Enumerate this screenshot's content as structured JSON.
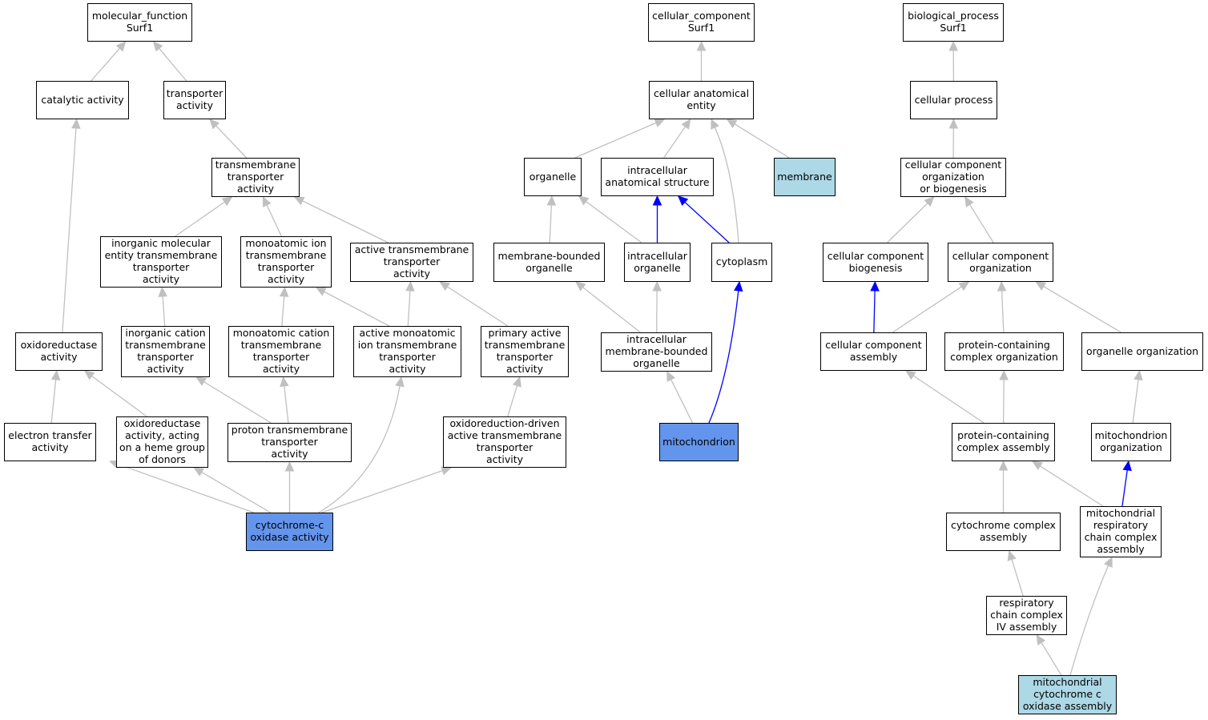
{
  "colors": {
    "default_fill": "#ffffff",
    "query_fill": "#6495ed",
    "annotated_fill": "#add8e6",
    "is_a_edge": "#c0c0c0",
    "part_of_edge": "#0000ff",
    "border": "#000000"
  },
  "nodes": [
    {
      "id": "mf_root",
      "label": "molecular_function\nSurf1",
      "fill": "default"
    },
    {
      "id": "catalytic_activity",
      "label": "catalytic activity",
      "fill": "default"
    },
    {
      "id": "transporter_activity",
      "label": "transporter\nactivity",
      "fill": "default"
    },
    {
      "id": "transmembrane_transporter_activity",
      "label": "transmembrane\ntransporter\nactivity",
      "fill": "default"
    },
    {
      "id": "inorganic_molecular_entity_tta",
      "label": "inorganic molecular\nentity transmembrane\ntransporter\nactivity",
      "fill": "default"
    },
    {
      "id": "monoatomic_ion_tta",
      "label": "monoatomic ion\ntransmembrane\ntransporter\nactivity",
      "fill": "default"
    },
    {
      "id": "active_tta",
      "label": "active transmembrane\ntransporter\nactivity",
      "fill": "default"
    },
    {
      "id": "oxidoreductase_activity",
      "label": "oxidoreductase\nactivity",
      "fill": "default"
    },
    {
      "id": "inorganic_cation_tta",
      "label": "inorganic cation\ntransmembrane\ntransporter\nactivity",
      "fill": "default"
    },
    {
      "id": "monoatomic_cation_tta",
      "label": "monoatomic cation\ntransmembrane\ntransporter\nactivity",
      "fill": "default"
    },
    {
      "id": "active_monoatomic_ion_tta",
      "label": "active monoatomic\nion transmembrane\ntransporter\nactivity",
      "fill": "default"
    },
    {
      "id": "primary_active_tta",
      "label": "primary active\ntransmembrane\ntransporter\nactivity",
      "fill": "default"
    },
    {
      "id": "electron_transfer_activity",
      "label": "electron transfer\nactivity",
      "fill": "default"
    },
    {
      "id": "oxidoreductase_heme",
      "label": "oxidoreductase\nactivity, acting\non a heme group\nof donors",
      "fill": "default"
    },
    {
      "id": "proton_tta",
      "label": "proton transmembrane\ntransporter\nactivity",
      "fill": "default"
    },
    {
      "id": "oxidoreduction_driven_atta",
      "label": "oxidoreduction-driven\nactive transmembrane\ntransporter\nactivity",
      "fill": "default"
    },
    {
      "id": "cytochrome_c_oxidase_activity",
      "label": "cytochrome-c\noxidase activity",
      "fill": "query"
    },
    {
      "id": "cc_root",
      "label": "cellular_component\nSurf1",
      "fill": "default"
    },
    {
      "id": "cellular_anatomical_entity",
      "label": "cellular anatomical\nentity",
      "fill": "default"
    },
    {
      "id": "organelle",
      "label": "organelle",
      "fill": "default"
    },
    {
      "id": "intracellular_anatomical_structure",
      "label": "intracellular\nanatomical structure",
      "fill": "default"
    },
    {
      "id": "membrane",
      "label": "membrane",
      "fill": "annotated"
    },
    {
      "id": "membrane_bounded_organelle",
      "label": "membrane-bounded\norganelle",
      "fill": "default"
    },
    {
      "id": "intracellular_organelle",
      "label": "intracellular\norganelle",
      "fill": "default"
    },
    {
      "id": "cytoplasm",
      "label": "cytoplasm",
      "fill": "default"
    },
    {
      "id": "intracellular_mbo",
      "label": "intracellular\nmembrane-bounded\norganelle",
      "fill": "default"
    },
    {
      "id": "mitochondrion",
      "label": "mitochondrion",
      "fill": "query"
    },
    {
      "id": "bp_root",
      "label": "biological_process\nSurf1",
      "fill": "default"
    },
    {
      "id": "cellular_process",
      "label": "cellular process",
      "fill": "default"
    },
    {
      "id": "cc_org_or_biogenesis",
      "label": "cellular component\norganization\nor biogenesis",
      "fill": "default"
    },
    {
      "id": "cc_biogenesis",
      "label": "cellular component\nbiogenesis",
      "fill": "default"
    },
    {
      "id": "cc_organization",
      "label": "cellular component\norganization",
      "fill": "default"
    },
    {
      "id": "cc_assembly",
      "label": "cellular component\nassembly",
      "fill": "default"
    },
    {
      "id": "protein_containing_complex_org",
      "label": "protein-containing\ncomplex organization",
      "fill": "default"
    },
    {
      "id": "organelle_organization",
      "label": "organelle organization",
      "fill": "default"
    },
    {
      "id": "protein_containing_complex_assembly",
      "label": "protein-containing\ncomplex assembly",
      "fill": "default"
    },
    {
      "id": "mitochondrion_organization",
      "label": "mitochondrion\norganization",
      "fill": "default"
    },
    {
      "id": "cytochrome_complex_assembly",
      "label": "cytochrome complex\nassembly",
      "fill": "default"
    },
    {
      "id": "mito_resp_chain_complex_assembly",
      "label": "mitochondrial\nrespiratory\nchain complex\nassembly",
      "fill": "default"
    },
    {
      "id": "resp_chain_complex_iv_assembly",
      "label": "respiratory\nchain complex\nIV assembly",
      "fill": "default"
    },
    {
      "id": "mito_cytochrome_c_oxidase_assembly",
      "label": "mitochondrial\ncytochrome c\noxidase assembly",
      "fill": "annotated"
    }
  ],
  "edges": [
    {
      "from": "catalytic_activity",
      "to": "mf_root",
      "type": "is_a"
    },
    {
      "from": "transporter_activity",
      "to": "mf_root",
      "type": "is_a"
    },
    {
      "from": "transmembrane_transporter_activity",
      "to": "transporter_activity",
      "type": "is_a"
    },
    {
      "from": "inorganic_molecular_entity_tta",
      "to": "transmembrane_transporter_activity",
      "type": "is_a"
    },
    {
      "from": "monoatomic_ion_tta",
      "to": "transmembrane_transporter_activity",
      "type": "is_a"
    },
    {
      "from": "active_tta",
      "to": "transmembrane_transporter_activity",
      "type": "is_a"
    },
    {
      "from": "oxidoreductase_activity",
      "to": "catalytic_activity",
      "type": "is_a"
    },
    {
      "from": "inorganic_cation_tta",
      "to": "inorganic_molecular_entity_tta",
      "type": "is_a"
    },
    {
      "from": "monoatomic_cation_tta",
      "to": "monoatomic_ion_tta",
      "type": "is_a"
    },
    {
      "from": "active_monoatomic_ion_tta",
      "to": "monoatomic_ion_tta",
      "type": "is_a"
    },
    {
      "from": "active_monoatomic_ion_tta",
      "to": "active_tta",
      "type": "is_a"
    },
    {
      "from": "primary_active_tta",
      "to": "active_tta",
      "type": "is_a"
    },
    {
      "from": "electron_transfer_activity",
      "to": "oxidoreductase_activity",
      "type": "is_a"
    },
    {
      "from": "oxidoreductase_heme",
      "to": "oxidoreductase_activity",
      "type": "is_a"
    },
    {
      "from": "proton_tta",
      "to": "inorganic_cation_tta",
      "type": "is_a"
    },
    {
      "from": "proton_tta",
      "to": "monoatomic_cation_tta",
      "type": "is_a"
    },
    {
      "from": "oxidoreduction_driven_atta",
      "to": "primary_active_tta",
      "type": "is_a"
    },
    {
      "from": "cytochrome_c_oxidase_activity",
      "to": "electron_transfer_activity",
      "type": "is_a"
    },
    {
      "from": "cytochrome_c_oxidase_activity",
      "to": "oxidoreductase_heme",
      "type": "is_a"
    },
    {
      "from": "cytochrome_c_oxidase_activity",
      "to": "proton_tta",
      "type": "is_a"
    },
    {
      "from": "cytochrome_c_oxidase_activity",
      "to": "active_monoatomic_ion_tta",
      "type": "is_a"
    },
    {
      "from": "cytochrome_c_oxidase_activity",
      "to": "oxidoreduction_driven_atta",
      "type": "is_a"
    },
    {
      "from": "cellular_anatomical_entity",
      "to": "cc_root",
      "type": "is_a"
    },
    {
      "from": "organelle",
      "to": "cellular_anatomical_entity",
      "type": "is_a"
    },
    {
      "from": "intracellular_anatomical_structure",
      "to": "cellular_anatomical_entity",
      "type": "is_a"
    },
    {
      "from": "membrane",
      "to": "cellular_anatomical_entity",
      "type": "is_a"
    },
    {
      "from": "cytoplasm",
      "to": "cellular_anatomical_entity",
      "type": "is_a"
    },
    {
      "from": "membrane_bounded_organelle",
      "to": "organelle",
      "type": "is_a"
    },
    {
      "from": "intracellular_organelle",
      "to": "organelle",
      "type": "is_a"
    },
    {
      "from": "intracellular_organelle",
      "to": "intracellular_anatomical_structure",
      "type": "part_of"
    },
    {
      "from": "cytoplasm",
      "to": "intracellular_anatomical_structure",
      "type": "part_of"
    },
    {
      "from": "intracellular_mbo",
      "to": "membrane_bounded_organelle",
      "type": "is_a"
    },
    {
      "from": "intracellular_mbo",
      "to": "intracellular_organelle",
      "type": "is_a"
    },
    {
      "from": "mitochondrion",
      "to": "intracellular_mbo",
      "type": "is_a"
    },
    {
      "from": "mitochondrion",
      "to": "cytoplasm",
      "type": "part_of"
    },
    {
      "from": "cellular_process",
      "to": "bp_root",
      "type": "is_a"
    },
    {
      "from": "cc_org_or_biogenesis",
      "to": "cellular_process",
      "type": "is_a"
    },
    {
      "from": "cc_biogenesis",
      "to": "cc_org_or_biogenesis",
      "type": "is_a"
    },
    {
      "from": "cc_organization",
      "to": "cc_org_or_biogenesis",
      "type": "is_a"
    },
    {
      "from": "cc_assembly",
      "to": "cc_biogenesis",
      "type": "part_of"
    },
    {
      "from": "cc_assembly",
      "to": "cc_organization",
      "type": "is_a"
    },
    {
      "from": "protein_containing_complex_org",
      "to": "cc_organization",
      "type": "is_a"
    },
    {
      "from": "organelle_organization",
      "to": "cc_organization",
      "type": "is_a"
    },
    {
      "from": "protein_containing_complex_assembly",
      "to": "cc_assembly",
      "type": "is_a"
    },
    {
      "from": "protein_containing_complex_assembly",
      "to": "protein_containing_complex_org",
      "type": "is_a"
    },
    {
      "from": "mitochondrion_organization",
      "to": "organelle_organization",
      "type": "is_a"
    },
    {
      "from": "cytochrome_complex_assembly",
      "to": "protein_containing_complex_assembly",
      "type": "is_a"
    },
    {
      "from": "mito_resp_chain_complex_assembly",
      "to": "protein_containing_complex_assembly",
      "type": "is_a"
    },
    {
      "from": "mito_resp_chain_complex_assembly",
      "to": "mitochondrion_organization",
      "type": "part_of"
    },
    {
      "from": "resp_chain_complex_iv_assembly",
      "to": "cytochrome_complex_assembly",
      "type": "is_a"
    },
    {
      "from": "mito_cytochrome_c_oxidase_assembly",
      "to": "resp_chain_complex_iv_assembly",
      "type": "is_a"
    },
    {
      "from": "mito_cytochrome_c_oxidase_assembly",
      "to": "mito_resp_chain_complex_assembly",
      "type": "is_a"
    }
  ]
}
